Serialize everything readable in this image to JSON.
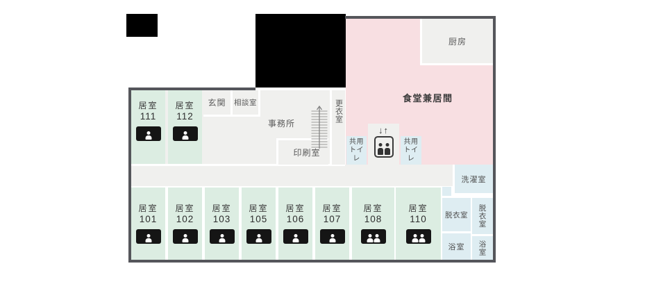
{
  "colors": {
    "residence": "#dcede2",
    "dining": "#f8dfe2",
    "service": "#f0f0ee",
    "wet": "#deedf2",
    "wall": "#55565b",
    "icon": "#151515"
  },
  "rooms": {
    "residences_top": [
      {
        "label": "居室",
        "number": "111",
        "occupants": 1
      },
      {
        "label": "居室",
        "number": "112",
        "occupants": 1
      }
    ],
    "residences_bottom": [
      {
        "label": "居室",
        "number": "101",
        "occupants": 1
      },
      {
        "label": "居室",
        "number": "102",
        "occupants": 1
      },
      {
        "label": "居室",
        "number": "103",
        "occupants": 1
      },
      {
        "label": "居室",
        "number": "105",
        "occupants": 1
      },
      {
        "label": "居室",
        "number": "106",
        "occupants": 1
      },
      {
        "label": "居室",
        "number": "107",
        "occupants": 1
      },
      {
        "label": "居室",
        "number": "108",
        "occupants": 2
      },
      {
        "label": "居室",
        "number": "110",
        "occupants": 2
      }
    ],
    "entrance": {
      "label": "玄関"
    },
    "consultation": {
      "label": "相談室"
    },
    "office": {
      "label": "事務所"
    },
    "print": {
      "label": "印刷室"
    },
    "changing": {
      "label": "更衣室"
    },
    "dining": {
      "label": "食堂兼居間"
    },
    "kitchen": {
      "label": "厨房"
    },
    "toilet_left": {
      "line1": "共用",
      "line2": "トイレ"
    },
    "toilet_right": {
      "line1": "共用",
      "line2": "トイレ"
    },
    "laundry": {
      "label": "洗濯室"
    },
    "undressing_left": {
      "label": "脱衣室"
    },
    "undressing_right": {
      "label": "脱衣室"
    },
    "bath_left": {
      "label": "浴室"
    },
    "bath_right": {
      "label": "浴室"
    }
  },
  "elevator": {
    "arrows": "↓↑"
  }
}
